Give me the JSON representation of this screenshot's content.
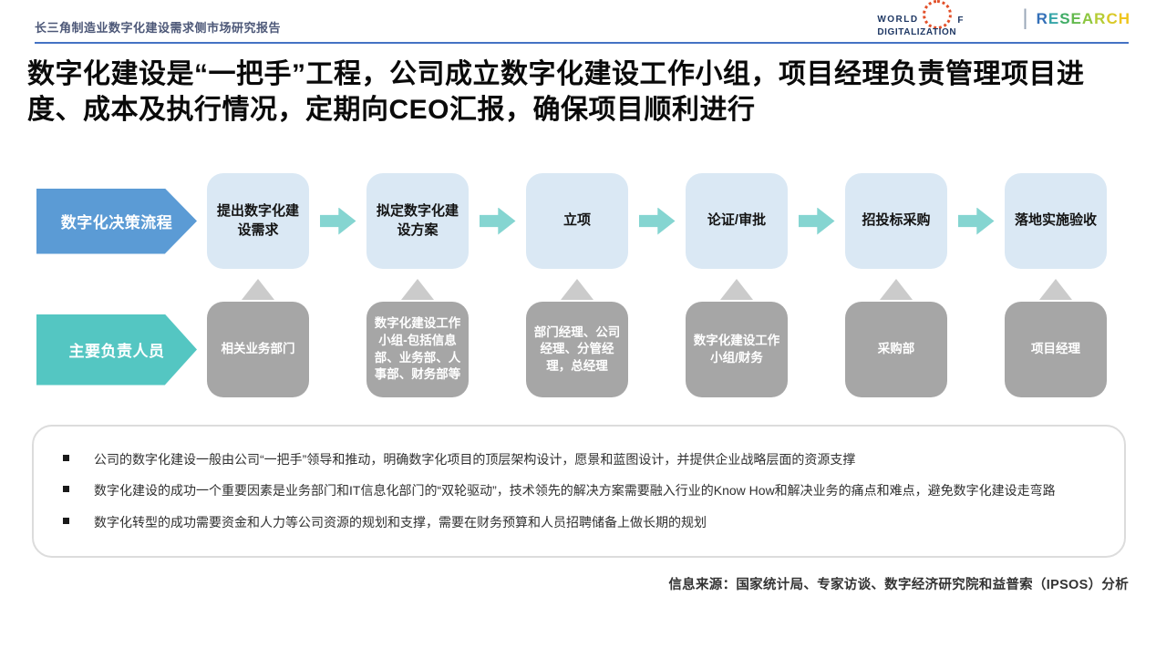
{
  "header": {
    "report_title": "长三角制造业数字化建设需求侧市场研究报告",
    "logo": {
      "word1": "WORLD",
      "of_letter": "F",
      "word2": "DIGITALIZATION",
      "separator": "|",
      "research_letters": [
        {
          "ch": "R",
          "color": "#3470B8"
        },
        {
          "ch": "E",
          "color": "#35A5A8"
        },
        {
          "ch": "S",
          "color": "#41AD66"
        },
        {
          "ch": "E",
          "color": "#63B94D"
        },
        {
          "ch": "A",
          "color": "#8CC63F"
        },
        {
          "ch": "R",
          "color": "#B5CC34"
        },
        {
          "ch": "C",
          "color": "#D9C928"
        },
        {
          "ch": "H",
          "color": "#EFC51D"
        }
      ]
    }
  },
  "title": "数字化建设是“一把手”工程，公司成立数字化建设工作小组，项目经理负责管理项目进度、成本及执行情况，定期向CEO汇报，确保项目顺利进行",
  "flow": {
    "row1_label": "数字化决策流程",
    "row2_label": "主要负责人员",
    "steps": [
      {
        "stage": "提出数字化建设需求",
        "owner": "相关业务部门"
      },
      {
        "stage": "拟定数字化建设方案",
        "owner": "数字化建设工作小组-包括信息部、业务部、人事部、财务部等"
      },
      {
        "stage": "立项",
        "owner": "部门经理、公司经理、分管经理，总经理"
      },
      {
        "stage": "论证/审批",
        "owner": "数字化建设工作小组/财务"
      },
      {
        "stage": "招投标采购",
        "owner": "采购部"
      },
      {
        "stage": "落地实施验收",
        "owner": "项目经理"
      }
    ]
  },
  "notes": [
    "公司的数字化建设一般由公司“一把手”领导和推动，明确数字化项目的顶层架构设计，愿景和蓝图设计，并提供企业战略层面的资源支撑",
    "数字化建设的成功一个重要因素是业务部门和IT信息化部门的“双轮驱动”，技术领先的解决方案需要融入行业的Know How和解决业务的痛点和难点，避免数字化建设走弯路",
    "数字化转型的成功需要资金和人力等公司资源的规划和支撑，需要在财务预算和人员招聘储备上做长期的规划"
  ],
  "source": "信息来源：国家统计局、专家访谈、数字经济研究院和益普索（IPSOS）分析",
  "colors": {
    "accent_blue": "#5B9BD5",
    "accent_teal": "#54C6C2",
    "stage_box_blue": "#DAE8F4",
    "owner_box_gray": "#A6A6A6",
    "flow_arrow_teal": "#85D5D1",
    "connector_triangle_gray": "#CBCBCB",
    "header_rule_blue": "#4472C4",
    "header_title_slate": "#4D5878",
    "logo_navy": "#1F3864",
    "logo_dot_orange": "#E2502A"
  }
}
